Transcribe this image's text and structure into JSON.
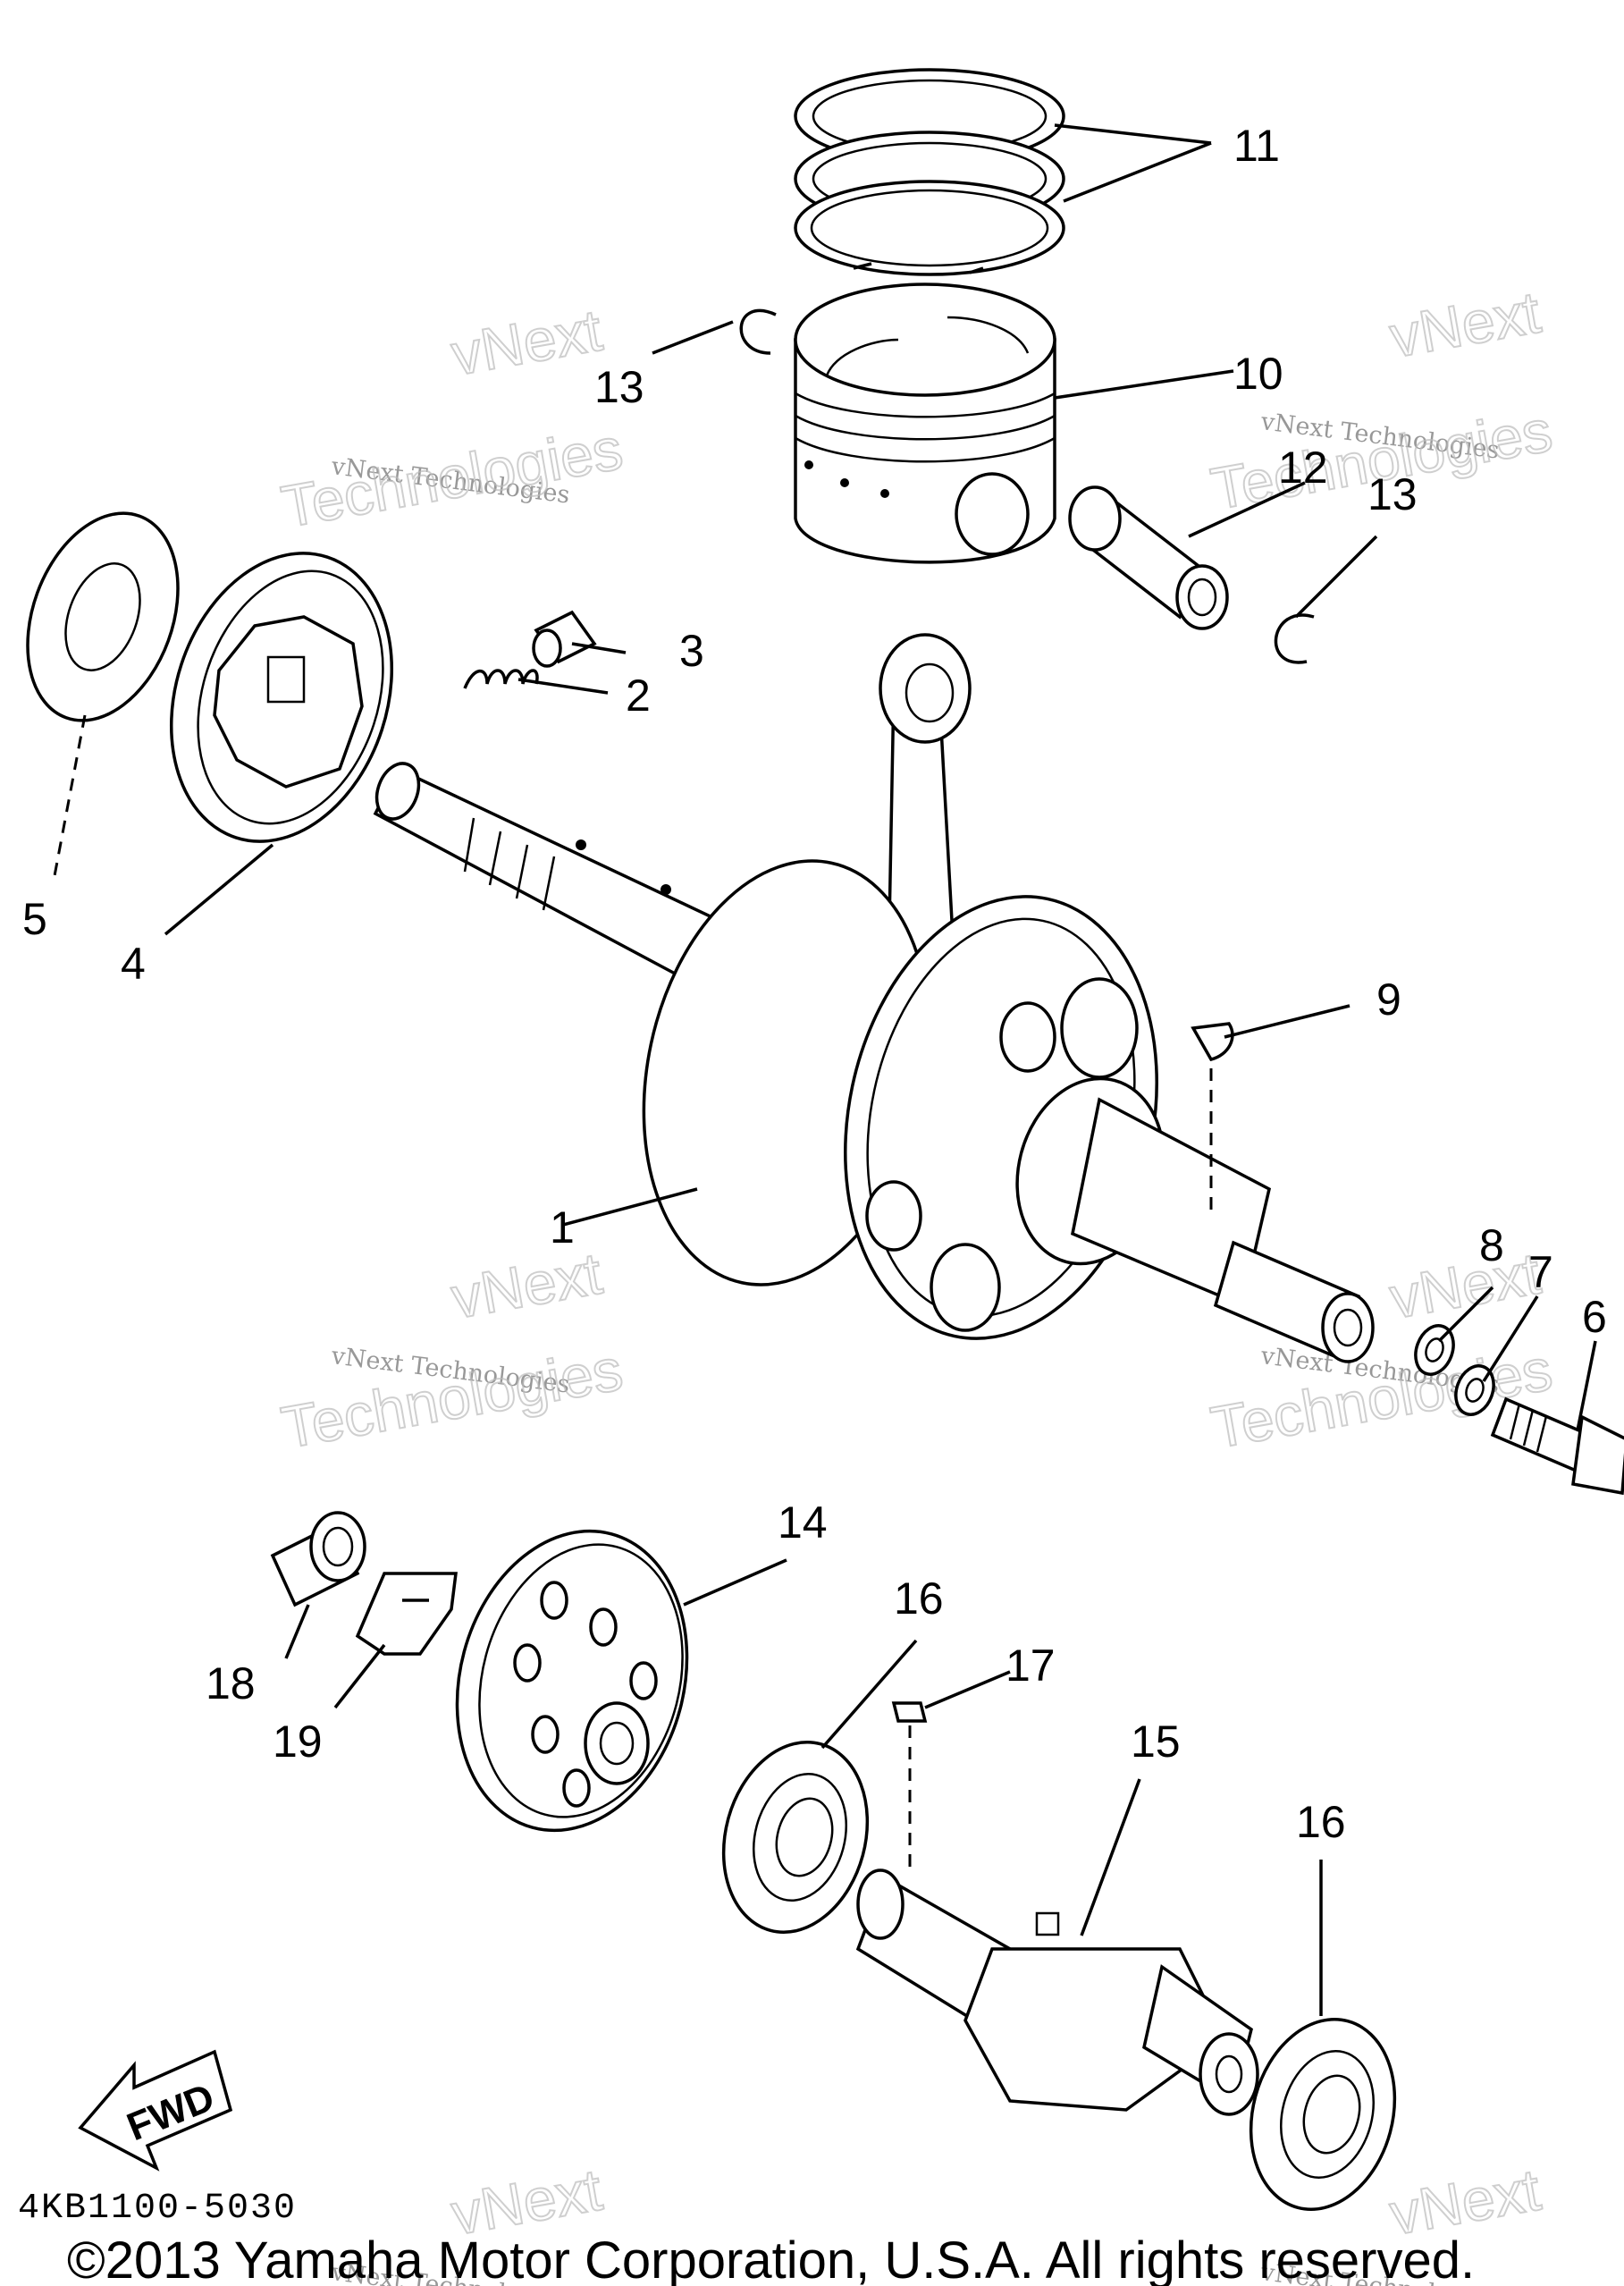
{
  "diagram": {
    "part_labels": [
      "1",
      "2",
      "3",
      "4",
      "5",
      "6",
      "7",
      "8",
      "9",
      "10",
      "11",
      "12",
      "13",
      "13",
      "14",
      "15",
      "16",
      "16",
      "17",
      "18",
      "19"
    ],
    "drawing_code": "4KB1100-5030",
    "fwd_label": "FWD",
    "copyright": "©2013 Yamaha Motor Corporation, U.S.A. All rights reserved.",
    "watermark": {
      "line1": "vNext Technologies",
      "line2": "vNext",
      "line3": "Technologies"
    }
  }
}
